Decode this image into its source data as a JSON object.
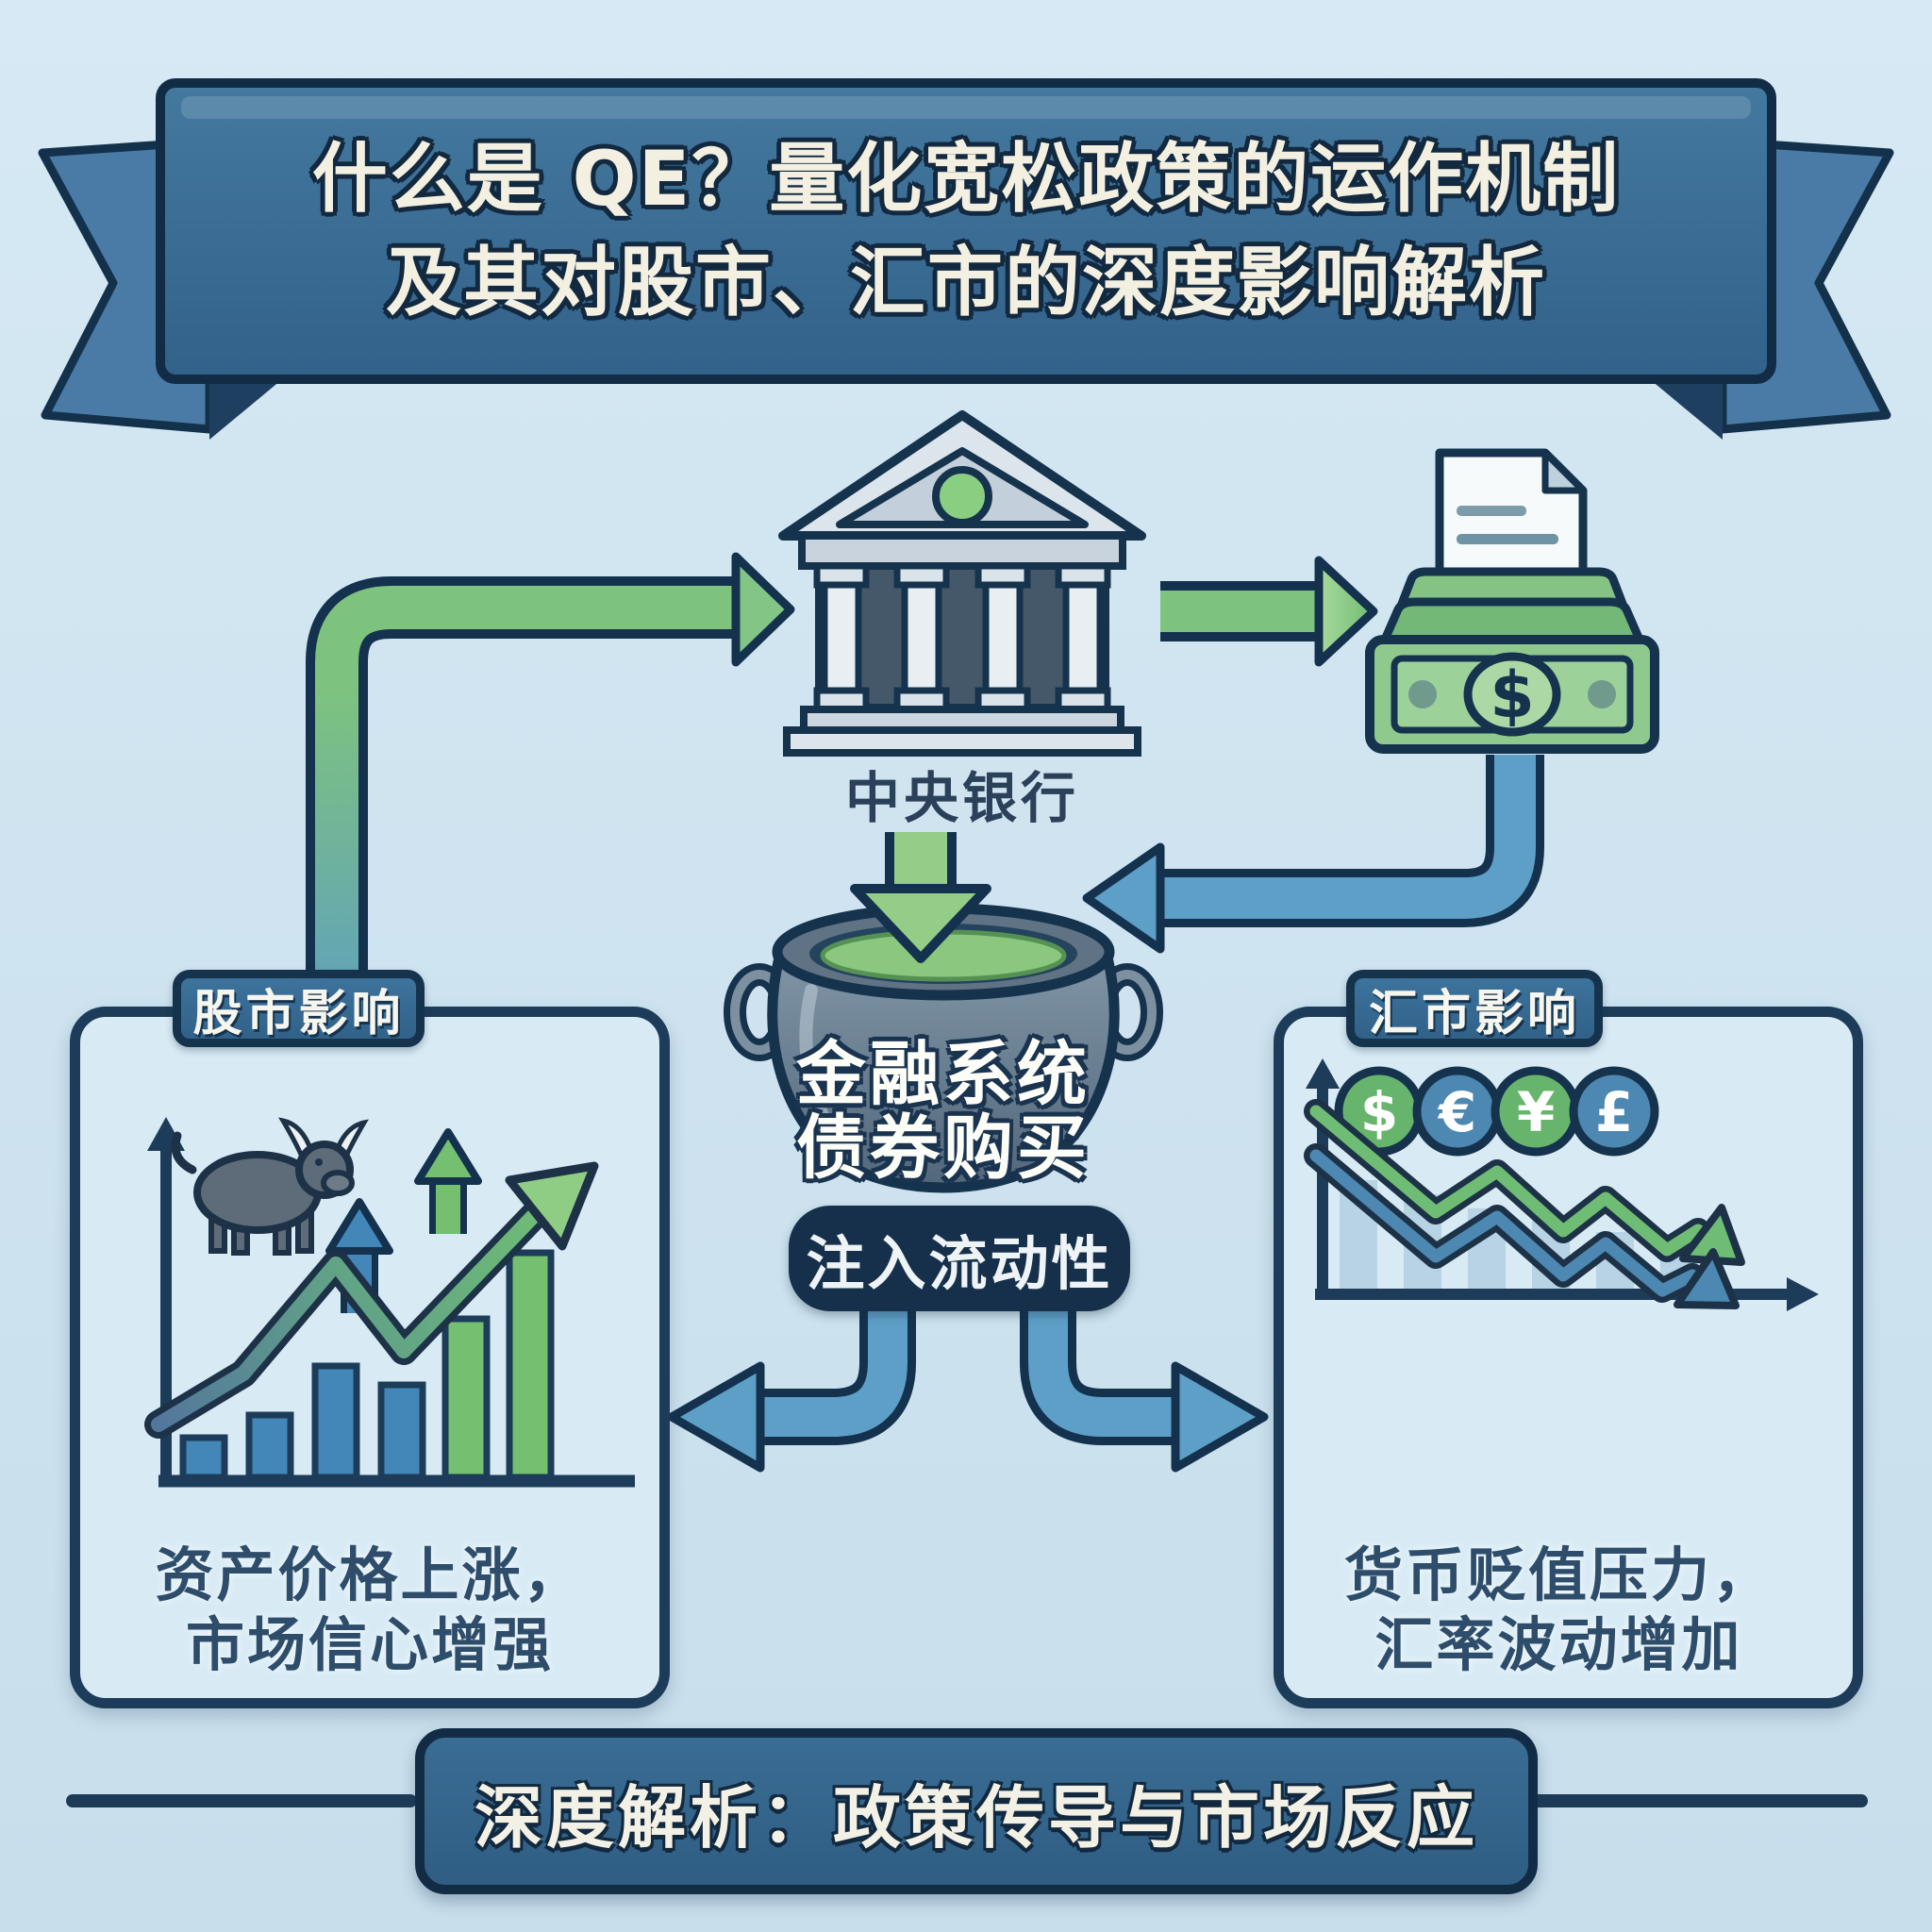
{
  "title": {
    "line1": "什么是 QE？量化宽松政策的运作机制",
    "line2": "及其对股市、汇市的深度影响解析"
  },
  "central_bank": {
    "label": "中央银行"
  },
  "money_printer": {
    "symbol": "$"
  },
  "pot": {
    "line1": "金融系统",
    "line2": "债券购买",
    "badge": "注入流动性"
  },
  "left_box": {
    "tab": "股市影响",
    "caption_line1": "资产价格上涨，",
    "caption_line2": "市场信心增强"
  },
  "right_box": {
    "tab": "汇市影响",
    "caption_line1": "货币贬值压力，",
    "caption_line2": "汇率波动增加",
    "currencies": [
      {
        "name": "dollar",
        "symbol": "$"
      },
      {
        "name": "euro",
        "symbol": "€"
      },
      {
        "name": "yen",
        "symbol": "¥"
      },
      {
        "name": "pound",
        "symbol": "£"
      }
    ]
  },
  "footer": {
    "label": "深度解析：政策传导与市场反应"
  },
  "colors": {
    "background": "#cfe4f0",
    "ribbon_fill": "#35648c",
    "outline_navy": "#16334e",
    "arrow_green": "#7dc37e",
    "arrow_blue": "#5e9fc7",
    "panel_fill": "#d8ebf5",
    "badge_fill": "#16304b",
    "bar_blue": "#4387b8",
    "bar_green": "#74bf70",
    "coin_green": "#67b56c",
    "coin_blue": "#4c88b2",
    "caption_text": "#2e4d6b"
  }
}
